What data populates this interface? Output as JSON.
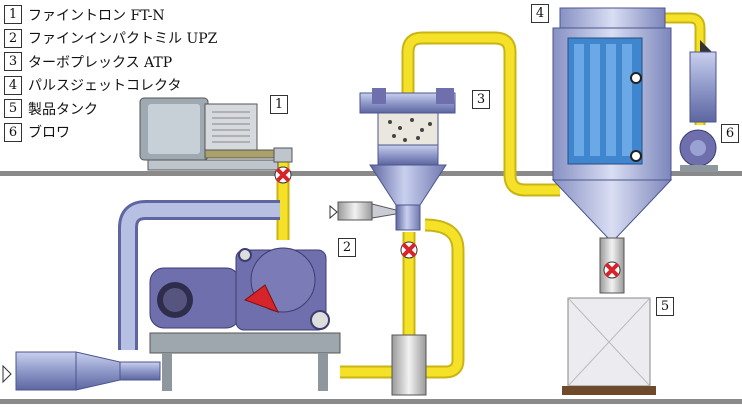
{
  "legend": [
    {
      "num": "1",
      "label": "ファイントロン FT-N"
    },
    {
      "num": "2",
      "label": "ファインインパクトミル UPZ"
    },
    {
      "num": "3",
      "label": "ターボプレックス ATP"
    },
    {
      "num": "4",
      "label": "パルスジェットコレクタ"
    },
    {
      "num": "5",
      "label": "製品タンク"
    },
    {
      "num": "6",
      "label": "ブロワ"
    }
  ],
  "callouts": {
    "c1": "1",
    "c2": "2",
    "c3": "3",
    "c4": "4",
    "c5": "5",
    "c6": "6"
  },
  "colors": {
    "pipe_yellow": "#f5e228",
    "pipe_blue": "#a9b3da",
    "machine_blue": "#6f6fae",
    "collector_blue": "#3f86cf",
    "floor": "#8a8a8a",
    "valve_red": "#d6242a"
  }
}
